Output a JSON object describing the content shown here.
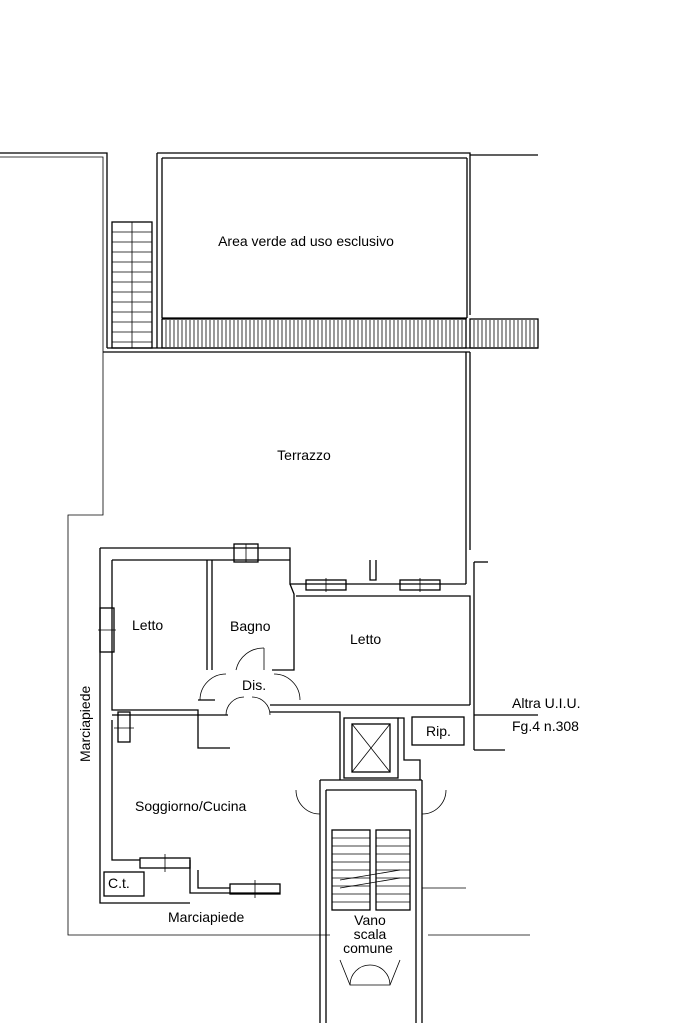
{
  "rooms": {
    "area_verde": "Area verde ad uso esclusivo",
    "terrazzo": "Terrazzo",
    "letto_left": "Letto",
    "bagno": "Bagno",
    "letto_right": "Letto",
    "dis": "Dis.",
    "soggiorno": "Soggiorno/Cucina",
    "rip": "Rip.",
    "ct": "C.t.",
    "vano_line1": "Vano",
    "vano_line2": "scala",
    "vano_line3": "comune"
  },
  "labels": {
    "marciapiede_side": "Marciapiede",
    "marciapiede_bottom": "Marciapiede",
    "altra_line1": "Altra U.I.U.",
    "altra_line2": "Fg.4 n.308"
  }
}
